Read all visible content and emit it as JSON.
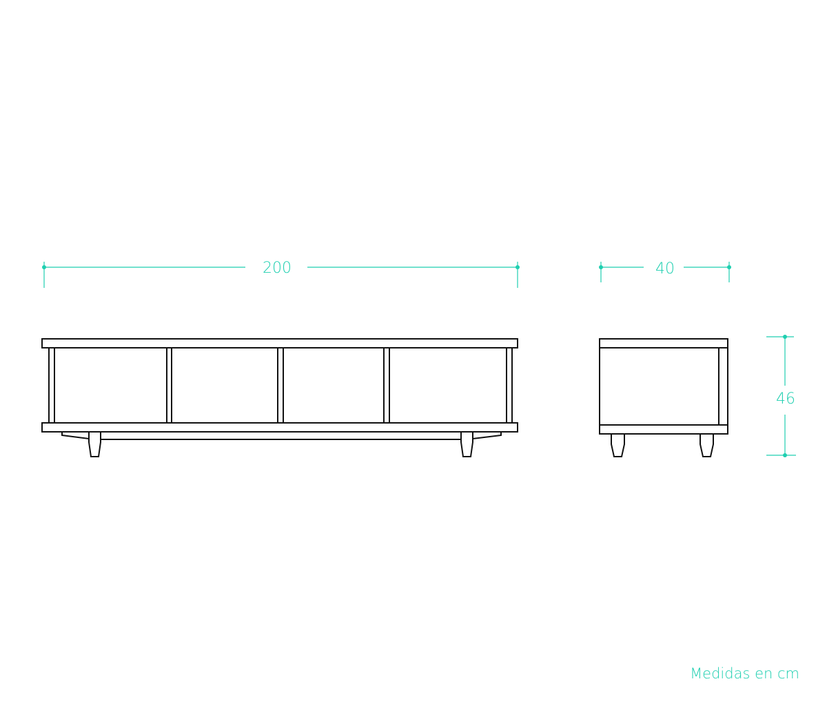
{
  "dimensions": {
    "width": "200",
    "depth": "40",
    "height": "46"
  },
  "note": "Medidas en cm",
  "colors": {
    "accent": "#1fcfb0",
    "line": "#111111"
  }
}
